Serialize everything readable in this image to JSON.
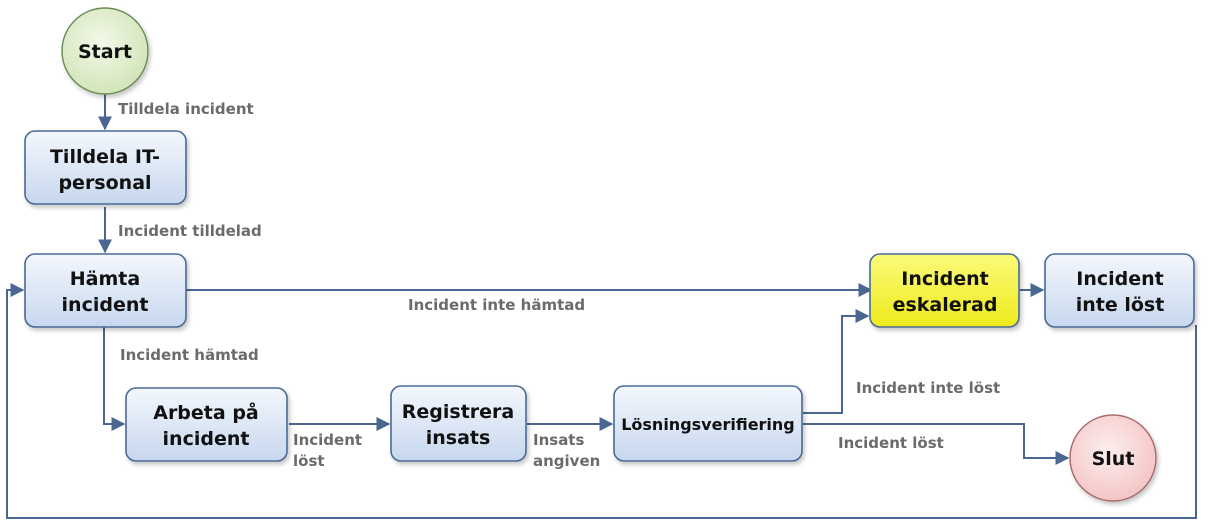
{
  "nodes": {
    "start": "Start",
    "assign_line1": "Tilldela IT-",
    "assign_line2": "personal",
    "fetch_line1": "Hämta",
    "fetch_line2": "incident",
    "work_line1": "Arbeta på",
    "work_line2": "incident",
    "register_line1": "Registrera",
    "register_line2": "insats",
    "verify": "Lösningsverifiering",
    "escalated_line1": "Incident",
    "escalated_line2": "eskalerad",
    "unresolved_line1": "Incident",
    "unresolved_line2": "inte löst",
    "end": "Slut"
  },
  "edges": {
    "assign_incident": "Tilldela incident",
    "incident_assigned": "Incident tilldelad",
    "incident_not_fetched": "Incident inte hämtad",
    "incident_fetched": "Incident hämtad",
    "incident_solved_line1": "Incident",
    "incident_solved_line2": "löst",
    "effort_line1": "Insats",
    "effort_line2": "angiven",
    "incident_not_solved": "Incident inte löst",
    "incident_solved": "Incident löst"
  },
  "colors": {
    "box_fill_top": "#f2f6fc",
    "box_fill_bottom": "#c9d8ee",
    "box_border": "#4a6b95",
    "start_fill": "#dcebc8",
    "end_fill": "#f8d3d3",
    "escalated_fill": "#f4f23a",
    "connector": "#4a6791",
    "edge_label": "#6b6b6b"
  }
}
